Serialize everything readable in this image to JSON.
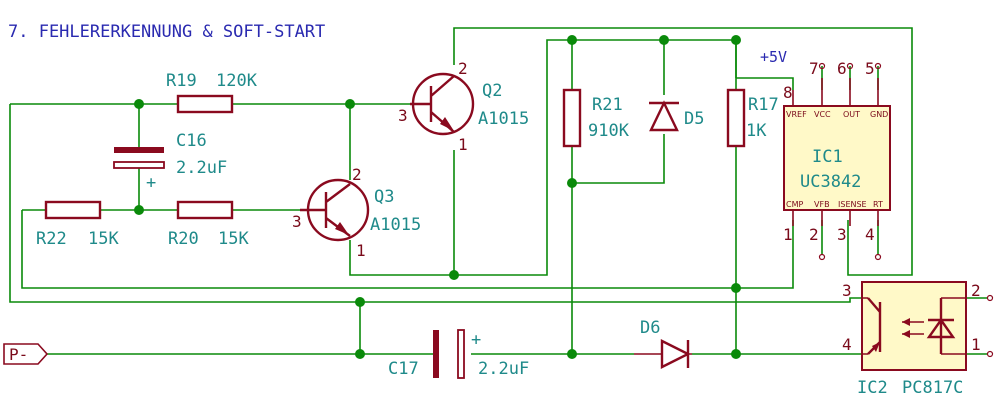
{
  "title": "7. FEHLERERKENNUNG & SOFT-START",
  "components": {
    "r19": {
      "ref": "R19",
      "value": "120K"
    },
    "c16": {
      "ref": "C16",
      "value": "2.2uF",
      "polarity": "+"
    },
    "r22": {
      "ref": "R22",
      "value": "15K"
    },
    "r20": {
      "ref": "R20",
      "value": "15K"
    },
    "q3": {
      "ref": "Q3",
      "value": "A1015",
      "pin1": "1",
      "pin2": "2",
      "pin3": "3"
    },
    "q2": {
      "ref": "Q2",
      "value": "A1015",
      "pin1": "1",
      "pin2": "2",
      "pin3": "3"
    },
    "r21": {
      "ref": "R21",
      "value": "910K"
    },
    "d5": {
      "ref": "D5"
    },
    "r17": {
      "ref": "R17",
      "value": "1K"
    },
    "ic1": {
      "ref": "IC1",
      "value": "UC3842",
      "supply": "+5V",
      "top_pins": [
        "8",
        "7",
        "6",
        "5"
      ],
      "top_names": [
        "VREF",
        "VCC",
        "OUT",
        "GND"
      ],
      "bottom_pins": [
        "1",
        "2",
        "3",
        "4"
      ],
      "bottom_names": [
        "CMP",
        "VFB",
        "ISENSE",
        "RT"
      ]
    },
    "c17": {
      "ref": "C17",
      "value": "2.2uF",
      "polarity": "+"
    },
    "d6": {
      "ref": "D6"
    },
    "ic2": {
      "ref": "IC2",
      "value": "PC817C",
      "pins": [
        "1",
        "2",
        "3",
        "4"
      ]
    },
    "port": {
      "label": "P-"
    }
  },
  "colors": {
    "wire": "#0a8a0a",
    "component": "#8a0a1f",
    "label": "#1f8a8a",
    "title": "#2a2ab0",
    "ic_fill": "#fff9c8"
  }
}
